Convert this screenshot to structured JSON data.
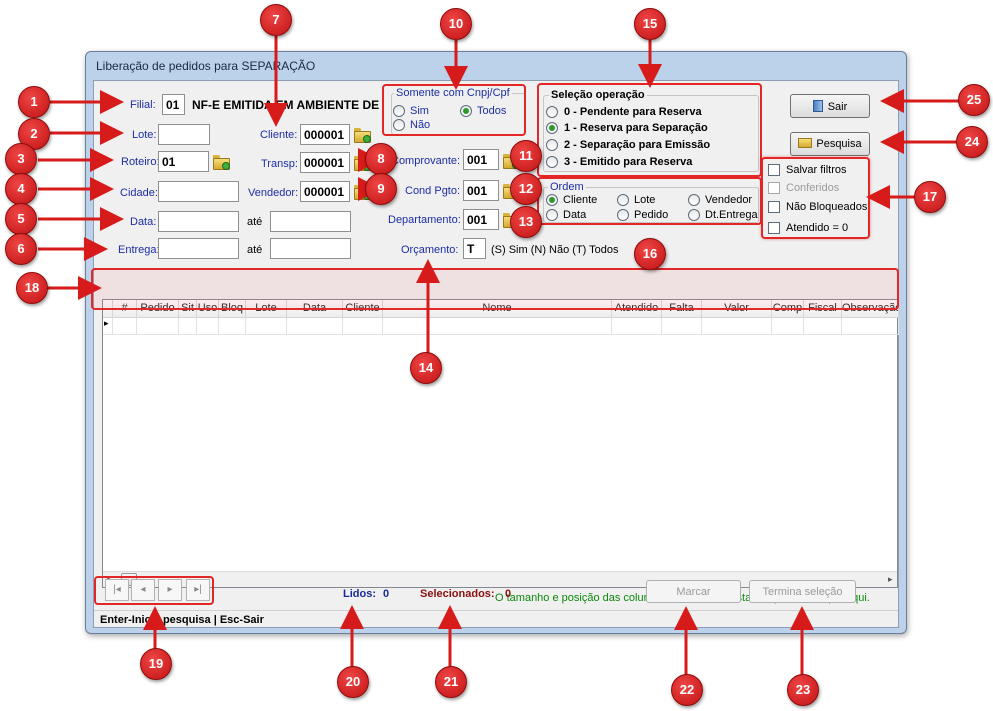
{
  "window": {
    "title": "Liberação de pedidos para SEPARAÇÃO"
  },
  "filters": {
    "filial_label": "Filial:",
    "filial_value": "01",
    "nfe_message": "NF-E EMITIDA EM AMBIENTE DE",
    "lote_label": "Lote:",
    "lote_value": "",
    "roteiro_label": "Roteiro:",
    "roteiro_value": "01",
    "cidade_label": "Cidade:",
    "cidade_value": "",
    "data_label": "Data:",
    "data_from": "",
    "ate1": "até",
    "data_to": "",
    "entrega_label": "Entrega:",
    "entrega_from": "",
    "ate2": "até",
    "entrega_to": "",
    "cliente_label": "Cliente:",
    "cliente_value": "000001",
    "transp_label": "Transp:",
    "transp_value": "000001",
    "vendedor_label": "Vendedor:",
    "vendedor_value": "000001",
    "comprovante_label": "Comprovante:",
    "comprovante_value": "001",
    "cond_label": "Cond Pgto:",
    "cond_value": "001",
    "departamento_label": "Departamento:",
    "departamento_value": "001",
    "orcamento_label": "Orçamento:",
    "orcamento_value": "T",
    "orcamento_hint": "(S) Sim  (N) Não  (T) Todos"
  },
  "cnpj_group": {
    "title": "Somente com Cnpj/Cpf",
    "options": [
      "Sim",
      "Todos",
      "Não"
    ],
    "selected": "Todos"
  },
  "operacao_group": {
    "title": "Seleção operação",
    "options": [
      "0 - Pendente para Reserva",
      "1 - Reserva para Separação",
      "2 - Separação para Emissão",
      "3 - Emitido para Reserva"
    ],
    "selected_index": 1
  },
  "ordem_group": {
    "title": "Ordem",
    "options": [
      "Cliente",
      "Lote",
      "Vendedor",
      "Data",
      "Pedido",
      "Dt.Entrega"
    ],
    "selected": "Cliente"
  },
  "buttons": {
    "sair": "Sair",
    "pesquisa": "Pesquisa",
    "marcar": "Marcar",
    "termina": "Termina seleção"
  },
  "checkboxes": [
    "Salvar filtros",
    "Conferidos",
    "Não Bloqueados",
    "Atendido = 0"
  ],
  "grid": {
    "columns": [
      "#",
      "Pedido",
      "Sit",
      "Uso",
      "Bloq",
      "Lote",
      "Data",
      "Cliente",
      "Nome",
      "Atendido",
      "Falta",
      "Valor",
      "Comp",
      "Fiscal",
      "Observação"
    ]
  },
  "column_hint": "O tamanho e posição das colunas são salvas. Restaurar padrão, clique aqui.",
  "counters": {
    "lidos_label": "Lidos:",
    "lidos_value": "0",
    "selecionados_label": "Selecionados:",
    "selecionados_value": "0"
  },
  "statusbar": {
    "text": "Enter-Inicia pesquisa  |  Esc-Sair"
  },
  "markers": [
    "1",
    "2",
    "3",
    "4",
    "5",
    "6",
    "7",
    "8",
    "9",
    "10",
    "11",
    "12",
    "13",
    "14",
    "15",
    "16",
    "17",
    "18",
    "19",
    "20",
    "21",
    "22",
    "23",
    "24",
    "25"
  ],
  "colors": {
    "marker": "#d71a1a",
    "label_blue": "#1c2ea4",
    "hint_green": "#0a8a0a",
    "lidos_blue": "#1a2a9a",
    "selecionados_red": "#8b1010"
  }
}
